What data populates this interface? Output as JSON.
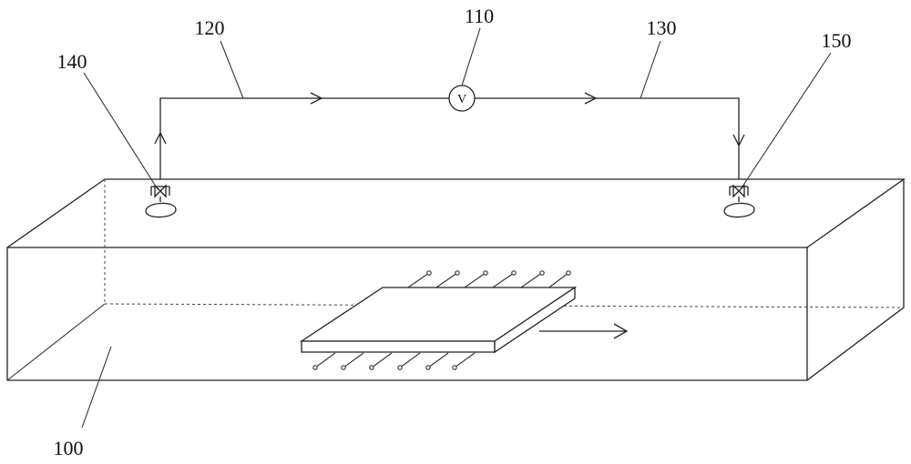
{
  "labels": {
    "voltmeter": "110",
    "wire_left": "120",
    "wire_right": "130",
    "electrode_left": "140",
    "electrode_right": "150",
    "tank": "100"
  },
  "voltmeter_symbol": "V",
  "colors": {
    "line": "#222222",
    "background": "#ffffff"
  }
}
